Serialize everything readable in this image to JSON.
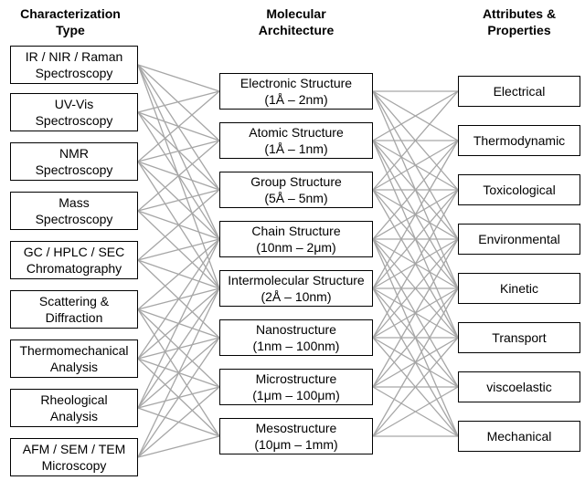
{
  "headers": {
    "left": "Characterization\nType",
    "middle": "Molecular\nArchitecture",
    "right": "Attributes &\nProperties"
  },
  "characterization_types": [
    "IR / NIR / Raman\nSpectroscopy",
    "UV-Vis\nSpectroscopy",
    "NMR\nSpectroscopy",
    "Mass\nSpectroscopy",
    "GC / HPLC / SEC\nChromatography",
    "Scattering &\nDiffraction",
    "Thermomechanical\nAnalysis",
    "Rheological\nAnalysis",
    "AFM / SEM / TEM\nMicroscopy"
  ],
  "molecular_architecture": [
    "Electronic Structure\n(1Å – 2nm)",
    "Atomic Structure\n(1Å – 1nm)",
    "Group Structure\n(5Å – 5nm)",
    "Chain Structure\n(10nm – 2μm)",
    "Intermolecular Structure\n(2Å – 10nm)",
    "Nanostructure\n(1nm – 100nm)",
    "Microstructure\n(1μm – 100μm)",
    "Mesostructure\n(10μm – 1mm)"
  ],
  "attributes_properties": [
    "Electrical",
    "Thermodynamic",
    "Toxicological",
    "Environmental",
    "Kinetic",
    "Transport",
    "viscoelastic",
    "Mechanical"
  ],
  "connections_left_to_middle": [
    [
      0,
      [
        0,
        1,
        2,
        3,
        4
      ]
    ],
    [
      1,
      [
        0,
        1,
        2,
        3
      ]
    ],
    [
      2,
      [
        0,
        1,
        2,
        3,
        4
      ]
    ],
    [
      3,
      [
        1,
        2,
        3,
        4
      ]
    ],
    [
      4,
      [
        2,
        3,
        4,
        5
      ]
    ],
    [
      5,
      [
        3,
        4,
        5,
        6,
        7
      ]
    ],
    [
      6,
      [
        3,
        4,
        5,
        6,
        7
      ]
    ],
    [
      7,
      [
        3,
        4,
        5,
        6,
        7
      ]
    ],
    [
      8,
      [
        4,
        5,
        6,
        7
      ]
    ]
  ],
  "connections_middle_to_right": [
    [
      0,
      [
        0,
        1,
        2,
        3,
        4
      ]
    ],
    [
      1,
      [
        0,
        1,
        2,
        3,
        4,
        5
      ]
    ],
    [
      2,
      [
        0,
        1,
        2,
        3,
        4,
        5
      ]
    ],
    [
      3,
      [
        1,
        2,
        3,
        4,
        5,
        6,
        7
      ]
    ],
    [
      4,
      [
        1,
        2,
        3,
        4,
        5,
        6,
        7
      ]
    ],
    [
      5,
      [
        2,
        3,
        4,
        5,
        6,
        7
      ]
    ],
    [
      6,
      [
        3,
        4,
        5,
        6,
        7
      ]
    ],
    [
      7,
      [
        4,
        5,
        6,
        7
      ]
    ]
  ],
  "colors": {
    "line": "#a6a6a6",
    "border": "#000000"
  }
}
